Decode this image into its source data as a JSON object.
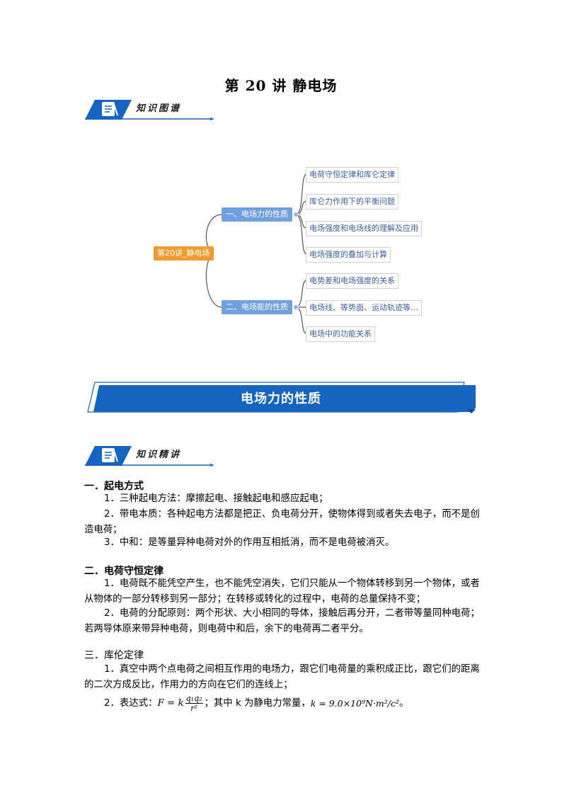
{
  "title": "第 20 讲  静电场",
  "section_map_label": "知识图谱",
  "section_explain_label": "知识精讲",
  "mindmap": {
    "root": "第20讲_静电场",
    "branches": [
      {
        "label": "一、电场力的性质",
        "leaves": [
          "电荷守恒定律和库仑定律",
          "库仑力作用下的平衡问题",
          "电场强度和电场线的理解及应用",
          "电场强度的叠加与计算"
        ]
      },
      {
        "label": "二、电场能的性质",
        "leaves": [
          "电势差和电场强度的关系",
          "电场线、等势面、运动轨迹等…",
          "电场中的功能关系"
        ]
      }
    ]
  },
  "chapter_banner": "电场力的性质",
  "sections": [
    {
      "heading": "一．起电方式",
      "lines": [
        "1．三种起电方法：摩擦起电、接触起电和感应起电；",
        "2．带电本质：各种起电方法都是把正、负电荷分开，使物体得到或者失去电子，而不是创造电荷；",
        "3．中和：是等量异种电荷对外的作用互相抵消，而不是电荷被消灭。"
      ]
    },
    {
      "heading": "二．电荷守恒定律",
      "lines": [
        "1．电荷既不能凭空产生，也不能凭空消失，它们只能从一个物体转移到另一个物体，或者从物体的一部分转移到另一部分；在转移或转化的过程中，电荷的总量保持不变；",
        "2．电荷的分配原则：两个形状、大小相同的导体，接触后再分开，二者带等量同种电荷；若两导体原来带异种电荷，则电荷中和后，余下的电荷再二者平分。"
      ]
    },
    {
      "heading": "三．库伦定律",
      "lines": [
        "1．真空中两个点电荷之间相互作用的电场力，跟它们电荷量的乘积成正比，跟它们的距离的二次方成反比，作用力的方向在它们的连线上；"
      ]
    }
  ],
  "formula_line": {
    "prefix": "2．表达式：",
    "lhs": "F = k",
    "numerator": "q₁q₂",
    "denominator": "r²",
    "middle": "；其中 k 为静电力常量，",
    "constant": "k = 9.0×10⁹N·m²/c²",
    "suffix": "。"
  },
  "colors": {
    "accent_blue": "#1565c0",
    "root_orange": "#f29a2e",
    "branch_blue": "#6fa0e0",
    "leaf_text": "#3a62a8",
    "line_gray": "#555555"
  }
}
